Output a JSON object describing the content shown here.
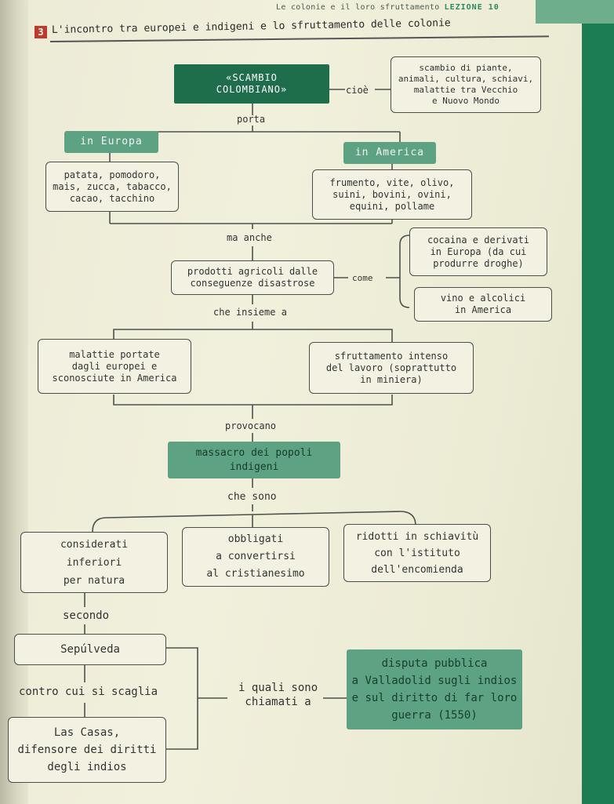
{
  "header": {
    "running_title": "Le colonie e il loro sfruttamento",
    "lesson": "LEZIONE 10"
  },
  "section": {
    "number": "3",
    "title": "L'incontro tra europei e indigeni e lo sfruttamento delle colonie"
  },
  "map": {
    "scambio": "«SCAMBIO\nCOLOMBIANO»",
    "cioe": "cioè",
    "scambio_def": "scambio di piante,\nanimali, cultura, schiavi,\nmalattie tra Vecchio\ne Nuovo Mondo",
    "porta": "porta",
    "in_europa": "in Europa",
    "in_america": "in America",
    "europa_prod": "patata, pomodoro,\nmais, zucca, tabacco,\ncacao, tacchino",
    "america_prod": "frumento, vite, olivo,\nsuini, bovini, ovini,\nequini, pollame",
    "ma_anche": "ma anche",
    "prodotti": "prodotti agricoli dalle\nconseguenze disastrose",
    "come": "come",
    "cocaina": "cocaina e derivati\nin Europa (da cui\nprodurre droghe)",
    "vino": "vino e alcolici\nin America",
    "che_insieme": "che insieme a",
    "malattie": "malattie portate\ndagli europei e\nsconosciute in America",
    "sfruttamento": "sfruttamento intenso\ndel lavoro (soprattutto\nin miniera)",
    "provocano": "provocano",
    "massacro": "massacro dei popoli\nindigeni",
    "che_sono": "che sono",
    "considerati": "considerati\ninferiori\nper natura",
    "obbligati": "obbligati\na convertirsi\nal cristianesimo",
    "ridotti": "ridotti in schiavitù\ncon l'istituto\ndell'encomienda",
    "secondo": "secondo",
    "sepulveda": "Sepúlveda",
    "contro": "contro cui si scaglia",
    "las_casas": "Las Casas,\ndifensore dei diritti\ndegli indios",
    "i_quali": "i quali sono\nchiamati a",
    "disputa": "disputa pubblica\na Valladolid sugli indios\ne sul diritto di far loro\nguerra (1550)"
  }
}
